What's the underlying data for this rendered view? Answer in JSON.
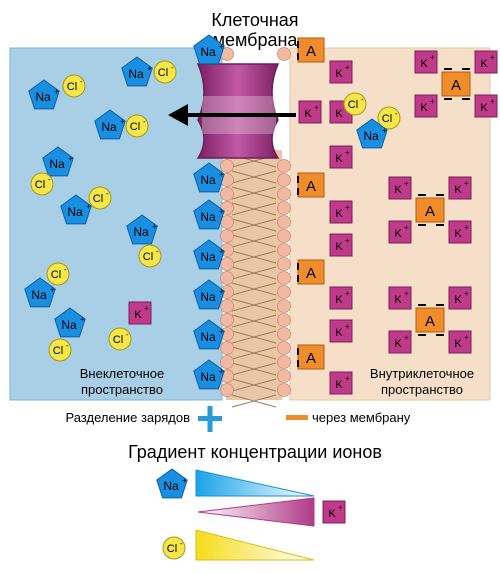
{
  "title_line1": "Клеточная",
  "title_line2": "мембрана",
  "outside_label_line1": "Внеклеточное",
  "outside_label_line2": "пространство",
  "inside_label_line1": "Внутриклеточное",
  "inside_label_line2": "пространство",
  "charge_separation_label": "Разделение зарядов",
  "through_membrane_label": "через мембрану",
  "gradient_title": "Градиент концентрации ионов",
  "ions": {
    "na": "Na",
    "k": "K",
    "cl": "Cl",
    "anion": "A",
    "plus": "+",
    "minus": "-"
  },
  "colors": {
    "outside_bg": "#a9cfe6",
    "inside_bg": "#f6dfc8",
    "na_fill": "#1a8ee0",
    "k_fill": "#c03a8a",
    "cl_fill": "#f5e64a",
    "anion_fill": "#f08d2a",
    "channel_fill": "#9c2a7d",
    "lipid_head": "#f2b9a2"
  },
  "legend_icons": [
    "plus-sign-icon",
    "minus-sign-icon"
  ]
}
